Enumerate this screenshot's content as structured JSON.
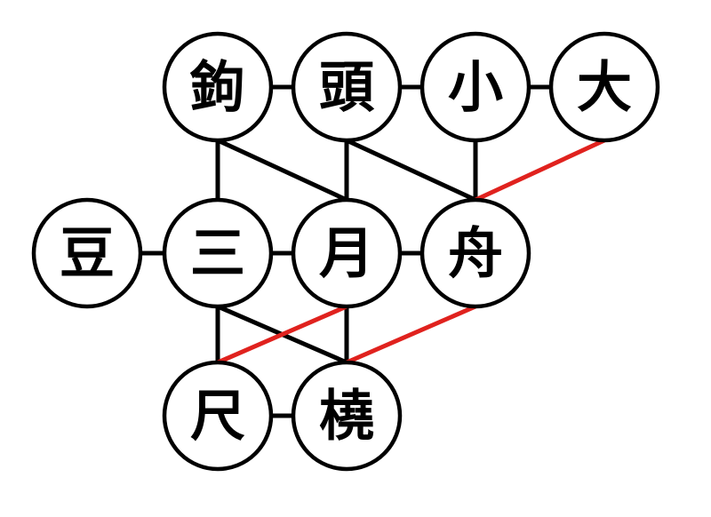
{
  "colors": {
    "black_edge": "#000000",
    "red_edge": "#e0221e",
    "node_fill": "#ffffff",
    "node_stroke": "#000000"
  },
  "nodes": [
    {
      "id": "gou",
      "label": "鉤"
    },
    {
      "id": "tou",
      "label": "頭"
    },
    {
      "id": "shou",
      "label": "小"
    },
    {
      "id": "dai",
      "label": "大"
    },
    {
      "id": "mame",
      "label": "豆"
    },
    {
      "id": "san",
      "label": "三"
    },
    {
      "id": "tsuki",
      "label": "月"
    },
    {
      "id": "fune",
      "label": "舟"
    },
    {
      "id": "shaku",
      "label": "尺"
    },
    {
      "id": "gyou",
      "label": "橈"
    }
  ],
  "edges": [
    {
      "from": "gou",
      "to": "tou",
      "color": "black"
    },
    {
      "from": "tou",
      "to": "shou",
      "color": "black"
    },
    {
      "from": "shou",
      "to": "dai",
      "color": "black"
    },
    {
      "from": "mame",
      "to": "san",
      "color": "black"
    },
    {
      "from": "san",
      "to": "tsuki",
      "color": "black"
    },
    {
      "from": "tsuki",
      "to": "fune",
      "color": "black"
    },
    {
      "from": "shaku",
      "to": "gyou",
      "color": "black"
    },
    {
      "from": "gou",
      "to": "san",
      "color": "black"
    },
    {
      "from": "gou",
      "to": "tsuki",
      "color": "black"
    },
    {
      "from": "tou",
      "to": "tsuki",
      "color": "black"
    },
    {
      "from": "tou",
      "to": "fune",
      "color": "black"
    },
    {
      "from": "shou",
      "to": "fune",
      "color": "black"
    },
    {
      "from": "san",
      "to": "shaku",
      "color": "black"
    },
    {
      "from": "san",
      "to": "gyou",
      "color": "black"
    },
    {
      "from": "tsuki",
      "to": "gyou",
      "color": "black"
    },
    {
      "from": "dai",
      "to": "fune",
      "color": "red"
    },
    {
      "from": "tsuki",
      "to": "shaku",
      "color": "red"
    },
    {
      "from": "fune",
      "to": "gyou",
      "color": "red"
    }
  ]
}
